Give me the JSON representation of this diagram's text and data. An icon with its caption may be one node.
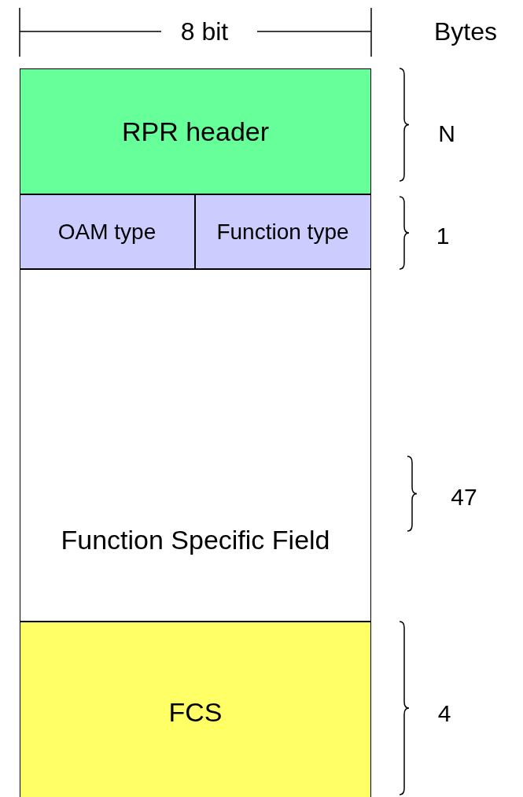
{
  "diagram": {
    "nodes": [
      {
        "text": [
          "RPR header"
        ],
        "beside": [
          "N"
        ]
      },
      {
        "text": [],
        "shape": "box",
        "beside": [
          "1"
        ]
      },
      {
        "text": [
          "OAM type"
        ],
        "in": 1
      },
      {
        "text": [
          "Function type"
        ],
        "in": 1
      },
      {
        "text": [
          "Function Specific Field"
        ],
        "beside": [
          "47"
        ]
      },
      {
        "text": [
          "FCS"
        ],
        "beside": [
          "4"
        ]
      }
    ],
    "edges": [],
    "labels": [
      "8 bit",
      "Bytes"
    ]
  }
}
